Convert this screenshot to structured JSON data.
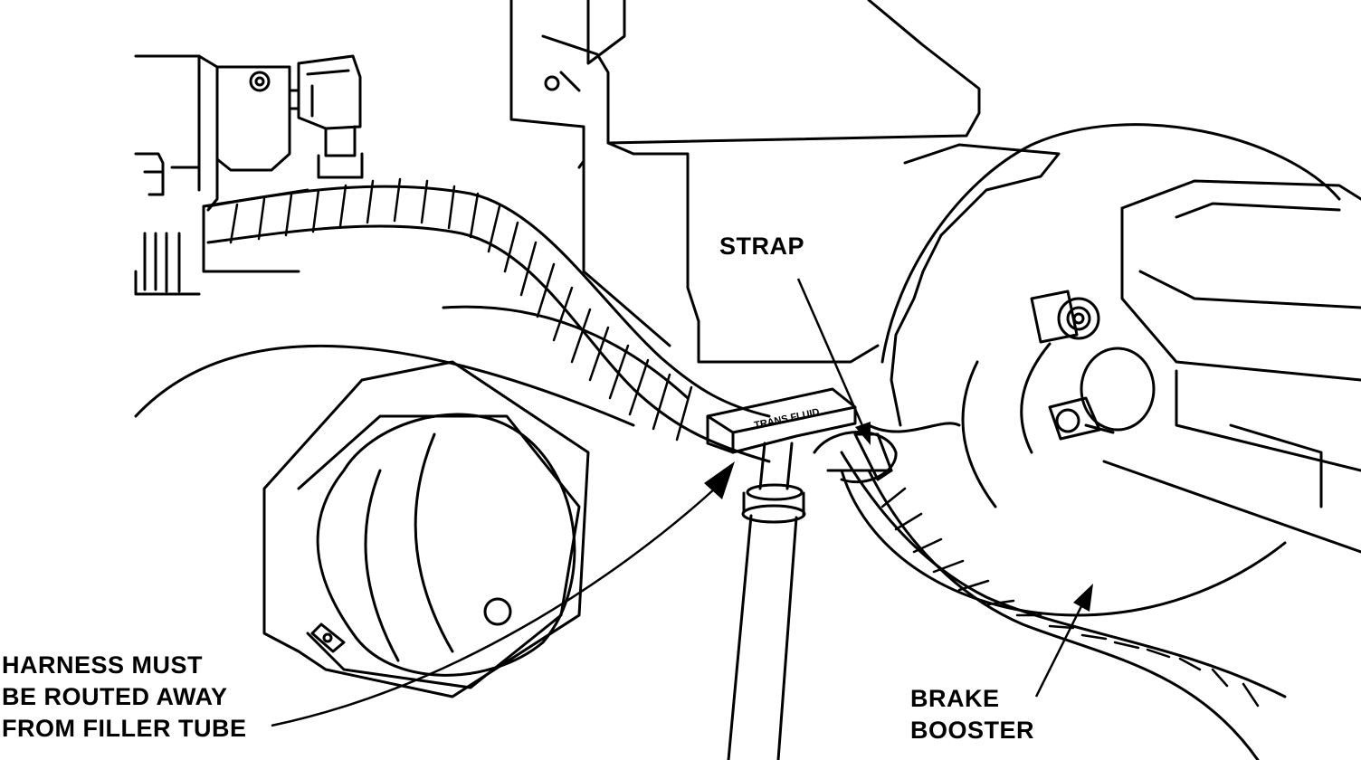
{
  "labels": {
    "strap": "STRAP",
    "harness": [
      "HARNESS MUST",
      "BE ROUTED AWAY",
      "FROM FILLER TUBE"
    ],
    "brake_booster": [
      "BRAKE",
      "BOOSTER"
    ],
    "dipstick_handle": "TRANS FLUID"
  },
  "colors": {
    "ink": "#000000",
    "paper": "#ffffff"
  }
}
